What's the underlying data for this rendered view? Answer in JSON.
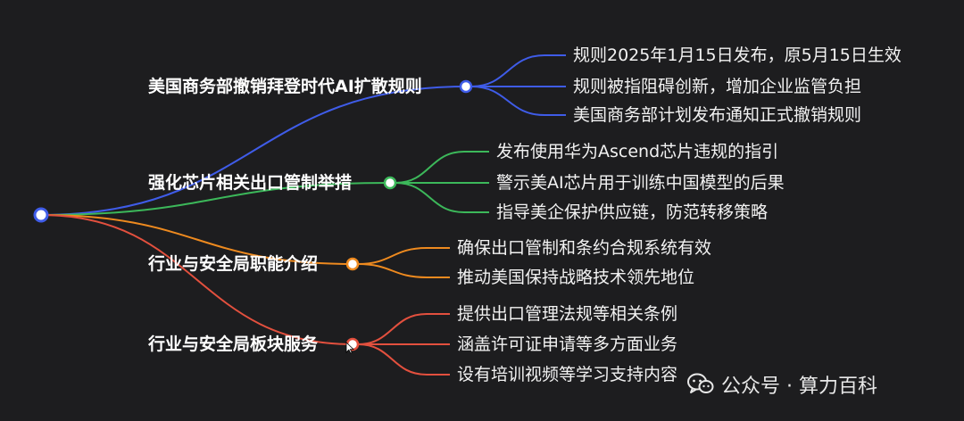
{
  "mindmap": {
    "root": {
      "icon": "root-node-icon"
    },
    "branches": [
      {
        "label": "美国商务部撤销拜登时代AI扩散规则",
        "color": "#3f5ce8",
        "children": [
          "规则2025年1月15日发布，原5月15日生效",
          "规则被指阻碍创新，增加企业监管负担",
          "美国商务部计划发布通知正式撤销规则"
        ]
      },
      {
        "label": "强化芯片相关出口管制举措",
        "color": "#3cb85a",
        "children": [
          "发布使用华为Ascend芯片违规的指引",
          "警示美AI芯片用于训练中国模型的后果",
          "指导美企保护供应链，防范转移策略"
        ]
      },
      {
        "label": "行业与安全局职能介绍",
        "color": "#ee8a1f",
        "children": [
          "确保出口管制和条约合规系统有效",
          "推动美国保持战略技术领先地位"
        ]
      },
      {
        "label": "行业与安全局板块服务",
        "color": "#e3503e",
        "children": [
          "提供出口管理法规等相关条例",
          "涵盖许可证申请等多方面业务",
          "设有培训视频等学习支持内容"
        ]
      }
    ]
  },
  "watermark": {
    "icon": "wechat-icon",
    "text": "公众号 · 算力百科"
  }
}
